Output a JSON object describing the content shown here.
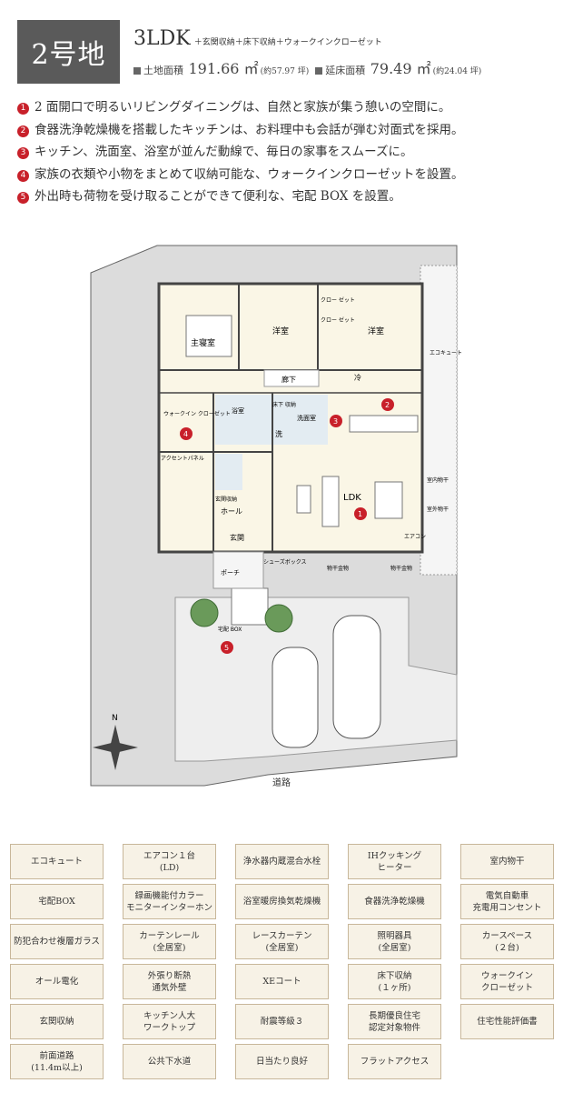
{
  "header": {
    "lot": "2号地",
    "layout": "3LDK",
    "layout_extra": "＋玄関収納＋床下収納＋ウォークインクローゼット",
    "land_label": "土地面積",
    "land_value": "191.66 ㎡",
    "land_tsubo": "(約57.97 坪)",
    "floor_label": "延床面積",
    "floor_value": "79.49 ㎡",
    "floor_tsubo": "(約24.04 坪)"
  },
  "features": [
    {
      "n": "1",
      "text": "2 面開口で明るいリビングダイニングは、自然と家族が集う憩いの空間に。"
    },
    {
      "n": "2",
      "text": "食器洗浄乾燥機を搭載したキッチンは、お料理中も会話が弾む対面式を採用。"
    },
    {
      "n": "3",
      "text": "キッチン、洗面室、浴室が並んだ動線で、毎日の家事をスムーズに。"
    },
    {
      "n": "4",
      "text": "家族の衣類や小物をまとめて収納可能な、ウォークインクローゼットを設置。"
    },
    {
      "n": "5",
      "text": "外出時も荷物を受け取ることができて便利な、宅配 BOX を設置。"
    }
  ],
  "plan": {
    "master": "主寝室",
    "room1": "洋室",
    "room2": "洋室",
    "closet1": "クロー\nゼット",
    "closet2": "クロー\nゼット",
    "hall": "廊下",
    "fridge": "冷",
    "bath": "浴室",
    "floor_storage": "床下\n収納",
    "washroom": "洗面室",
    "wash": "洗",
    "wic": "ウォークイン\nクローゼット",
    "accent": "アクセントパネル",
    "ldk": "LDK",
    "entry_storage": "玄関収納",
    "hall2": "ホール",
    "entrance": "玄関",
    "porch": "ポーチ",
    "shoebox": "シューズボックス",
    "drying1": "物干金物",
    "drying2": "物干金物",
    "ecocute": "エコキュート",
    "indoor_dry": "室内物干",
    "outdoor_dry": "室外物干",
    "aircon": "エアコン",
    "delivery": "宅配\nBOX",
    "north": "N"
  },
  "road": "道路",
  "equipment": [
    "エコキュート",
    "エアコン１台\n(LD)",
    "浄水器内蔵混合水栓",
    "IHクッキング\nヒーター",
    "室内物干",
    "宅配BOX",
    "録画機能付カラー\nモニターインターホン",
    "浴室暖房換気乾燥機",
    "食器洗浄乾燥機",
    "電気自動車\n充電用コンセント",
    "防犯合わせ複層ガラス",
    "カーテンレール\n(全居室)",
    "レースカーテン\n(全居室)",
    "照明器具\n(全居室)",
    "カースペース\n(２台)",
    "オール電化",
    "外張り断熱\n通気外壁",
    "XEコート",
    "床下収納\n(１ヶ所)",
    "ウォークイン\nクローゼット",
    "玄関収納",
    "キッチン人大\nワークトップ",
    "耐震等級３",
    "長期優良住宅\n認定対象物件",
    "住宅性能評価書",
    "前面道路\n(11.4m以上)",
    "公共下水道",
    "日当たり良好",
    "フラットアクセス"
  ]
}
